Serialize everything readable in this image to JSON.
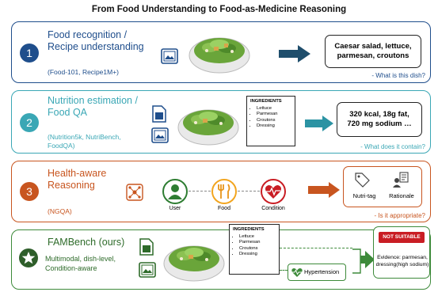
{
  "title": "From Food Understanding to Food-as-Medicine Reasoning",
  "colors": {
    "p1": "#1f4e8c",
    "p2": "#3aa7b5",
    "p3": "#c8551f",
    "p4": "#3d8a3a",
    "not_suitable": "#c91d24"
  },
  "panels": [
    {
      "num": "1",
      "title_line1": "Food recognition /",
      "title_line2": "Recipe understanding",
      "subtitle": "(Food-101, Recipe1M+)",
      "output_line1": "Caesar salad, lettuce,",
      "output_line2": "parmesan, croutons",
      "question": "- What is this dish?"
    },
    {
      "num": "2",
      "title_line1": "Nutrition estimation /",
      "title_line2": "Food QA",
      "subtitle_line1": "(Nutrition5k, NutriBench,",
      "subtitle_line2": "FoodQA)",
      "output_line1": "320 kcal, 18g fat,",
      "output_line2": "720 mg sodium …",
      "question": "- What does it contain?",
      "ingredients_title": "INGREDIENTS",
      "ingredients": [
        "Lettuce",
        "Parmesan",
        "Croutons",
        "Dressing"
      ]
    },
    {
      "num": "3",
      "title_line1": "Health-aware",
      "title_line2": "Reasoning",
      "subtitle": "(NGQA)",
      "user_label": "User",
      "food_label": "Food",
      "condition_label": "Condition",
      "nutritag_label": "Nutri-tag",
      "rationale_label": "Rationale",
      "question": "- Is it appropriate?"
    },
    {
      "title": "FAMBench (ours)",
      "subtitle_line1": "Multimodal, dish-level,",
      "subtitle_line2": "Condition-aware",
      "ingredients_title": "INGREDIENTS",
      "ingredients": [
        "Lettuce",
        "Parmesan",
        "Croutons",
        "Dressing"
      ],
      "condition": "Hypertension",
      "verdict": "NOT SUITABLE",
      "evidence_line1": "Evidence: parmesan,",
      "evidence_line2": "dressing(high sodium)"
    }
  ]
}
